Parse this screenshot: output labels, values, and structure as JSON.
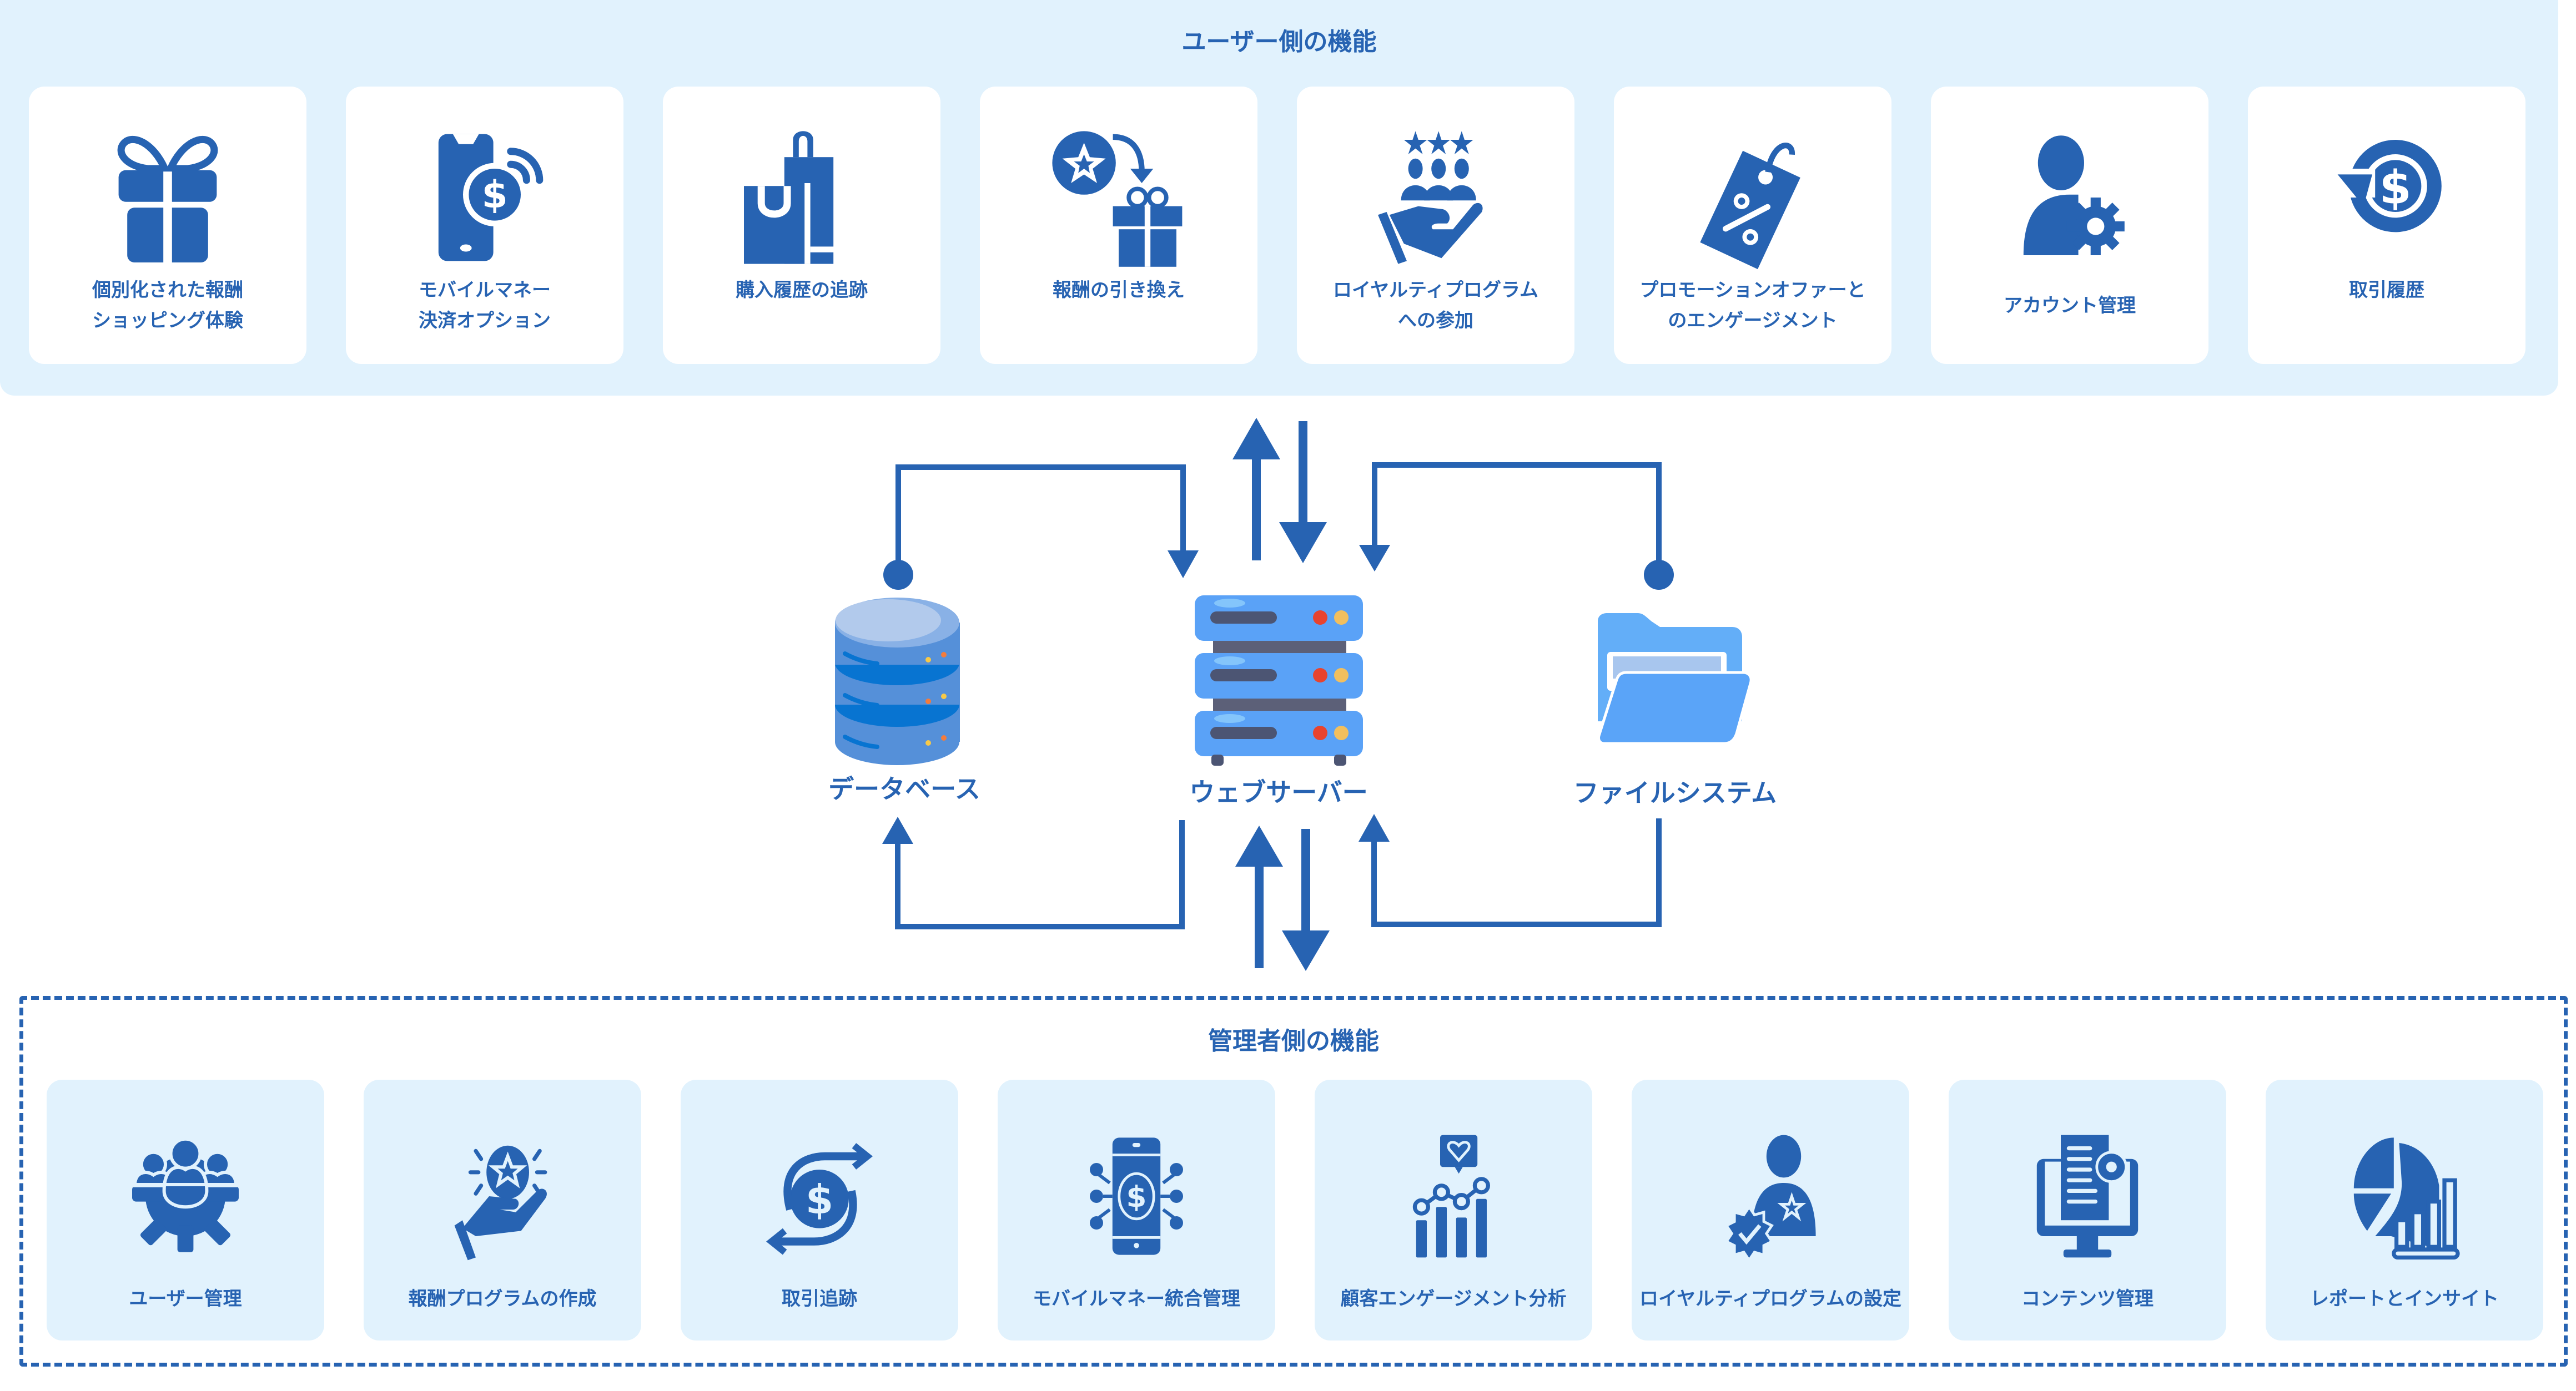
{
  "user_section": {
    "title": "ユーザー側の機能",
    "cards": [
      {
        "icon": "gift-icon",
        "label_lines": [
          "個別化された報酬",
          "ショッピング体験"
        ]
      },
      {
        "icon": "mobile-payment-icon",
        "label_lines": [
          "モバイルマネー",
          "決済オプション"
        ]
      },
      {
        "icon": "shopping-bags-icon",
        "label_lines": [
          "購入履歴の追跡"
        ]
      },
      {
        "icon": "reward-redeem-icon",
        "label_lines": [
          "報酬の引き換え"
        ]
      },
      {
        "icon": "loyalty-group-hand-icon",
        "label_lines": [
          "ロイヤルティプログラム",
          "への参加"
        ]
      },
      {
        "icon": "promo-tag-icon",
        "label_lines": [
          "プロモーションオファーと",
          "のエンゲージメント"
        ]
      },
      {
        "icon": "user-gear-icon",
        "label_lines": [
          "アカウント管理"
        ]
      },
      {
        "icon": "dollar-history-icon",
        "label_lines": [
          "取引履歴"
        ]
      }
    ]
  },
  "architecture": {
    "database_label": "データベース",
    "server_label": "ウェブサーバー",
    "filesystem_label": "ファイルシステム"
  },
  "admin_section": {
    "title": "管理者側の機能",
    "cards": [
      {
        "icon": "users-gear-icon",
        "label": "ユーザー管理"
      },
      {
        "icon": "hand-star-coin-icon",
        "label": "報酬プログラムの作成"
      },
      {
        "icon": "dollar-exchange-icon",
        "label": "取引追跡"
      },
      {
        "icon": "mobile-dollar-network-icon",
        "label": "モバイルマネー統合管理"
      },
      {
        "icon": "engagement-chart-icon",
        "label": "顧客エンゲージメント分析"
      },
      {
        "icon": "user-badge-icon",
        "label": "ロイヤルティプログラムの設定"
      },
      {
        "icon": "monitor-document-gear-icon",
        "label": "コンテンツ管理"
      },
      {
        "icon": "pie-bar-chart-icon",
        "label": "レポートとインサイト"
      }
    ]
  },
  "colors": {
    "primary": "#2763B2",
    "panel_background": "#E1F2FD",
    "card_background": "#FFFFFF",
    "server_blue": "#5AA2F7",
    "database_blue": "#5590D9",
    "folder_blue": "#5EA8F8"
  }
}
